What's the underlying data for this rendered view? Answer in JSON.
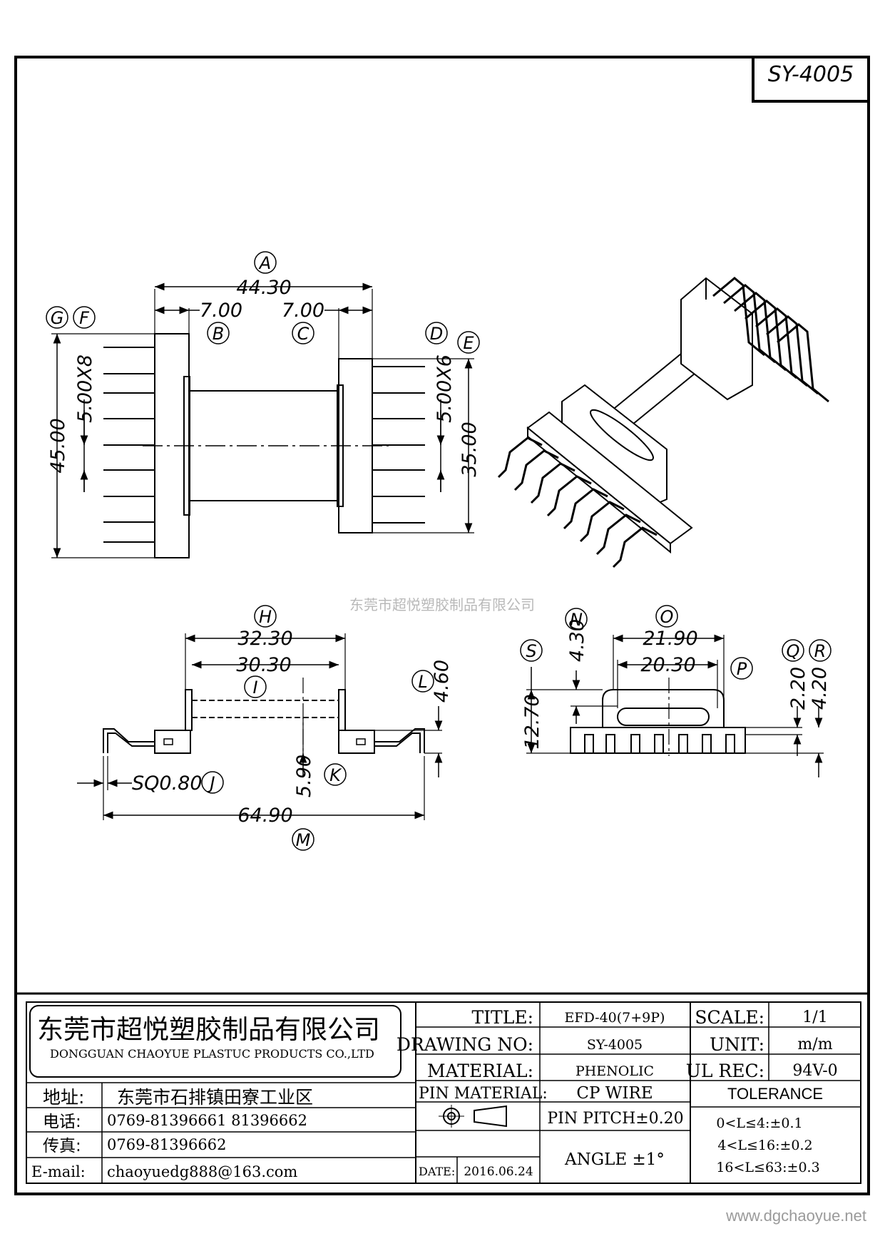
{
  "part_no_badge": "SY-4005",
  "watermark": "东莞市超悦塑胶制品有限公司",
  "website": "www.dgchaoyue.net",
  "dimensions": {
    "A": "44.30",
    "B": "7.00",
    "C": "7.00",
    "left_height": "45.00",
    "left_pitch": "5.00X8",
    "right_pitch": "5.00X6",
    "right_height": "35.00",
    "H": "32.30",
    "I": "30.30",
    "L": "4.60",
    "K": "5.90",
    "J": "SQ0.80",
    "M": "64.90",
    "N": "4.30",
    "O": "21.90",
    "P": "20.30",
    "S": "12.70",
    "Q": "2.20",
    "R": "4.20"
  },
  "markers": {
    "A": "A",
    "B": "B",
    "C": "C",
    "D": "D",
    "E": "E",
    "F": "F",
    "G": "G",
    "H": "H",
    "I": "I",
    "J": "J",
    "K": "K",
    "L": "L",
    "M": "M",
    "N": "N",
    "O": "O",
    "P": "P",
    "Q": "Q",
    "R": "R",
    "S": "S"
  },
  "title_block": {
    "company_cn": "东莞市超悦塑胶制品有限公司",
    "company_en": "DONGGUAN CHAOYUE PLASTUC PRODUCTS CO.,LTD",
    "address_label": "地址:",
    "address_value": "东莞市石排镇田寮工业区",
    "phone_label": "电话:",
    "phone_value": "0769-81396661   81396662",
    "fax_label": "传真:",
    "fax_value": "0769-81396662",
    "email_label": "E-mail:",
    "email_value": "chaoyuedg888@163.com",
    "title_label": "TITLE:",
    "title_value": "EFD-40(7+9P)",
    "drawing_no_label": "DRAWING NO:",
    "drawing_no_value": "SY-4005",
    "material_label": "MATERIAL:",
    "material_value": "PHENOLIC",
    "pin_material_label": "PIN MATERIAL:",
    "pin_material_value": "CP  WIRE",
    "pin_pitch": "PIN PITCH±0.20",
    "date_label": "DATE:",
    "date_value": "2016.06.24",
    "angle": "ANGLE  ±1°",
    "scale_label": "SCALE:",
    "scale_value": "1/1",
    "unit_label": "UNIT:",
    "unit_value": "m/m",
    "ul_label": "UL REC:",
    "ul_value": "94V-0",
    "tolerance_label": "TOLERANCE",
    "tolerance_1": "0<L≤4:±0.1",
    "tolerance_2": "4<L≤16:±0.2",
    "tolerance_3": "16<L≤63:±0.3"
  }
}
